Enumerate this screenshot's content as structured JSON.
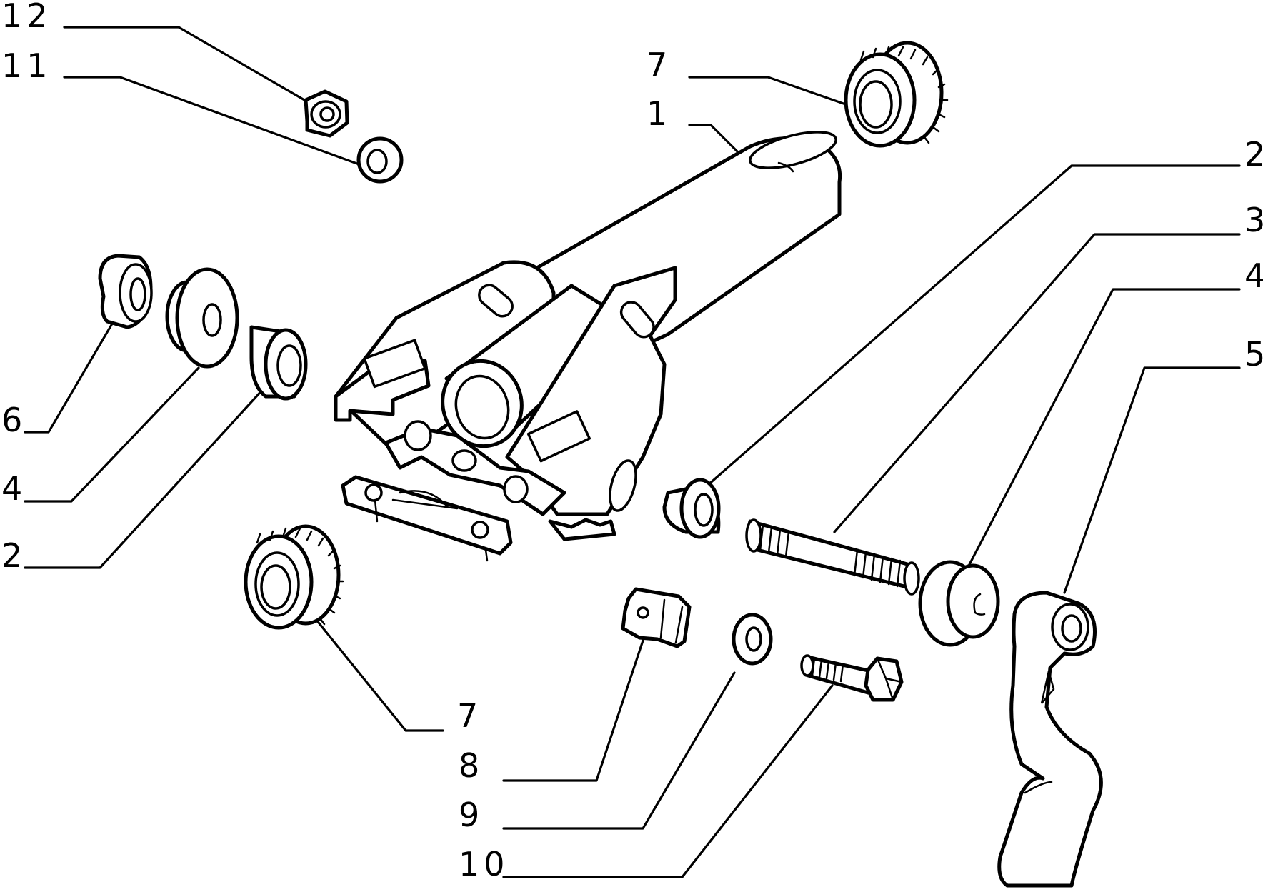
{
  "diagram": {
    "callouts": {
      "c12": "12",
      "c11": "11",
      "c7_top": "7",
      "c1": "1",
      "c2_right": "2",
      "c3": "3",
      "c4_right": "4",
      "c5": "5",
      "c6": "6",
      "c4_left": "4",
      "c2_left": "2",
      "c7_bottom": "7",
      "c8": "8",
      "c9": "9",
      "c10": "10"
    }
  }
}
